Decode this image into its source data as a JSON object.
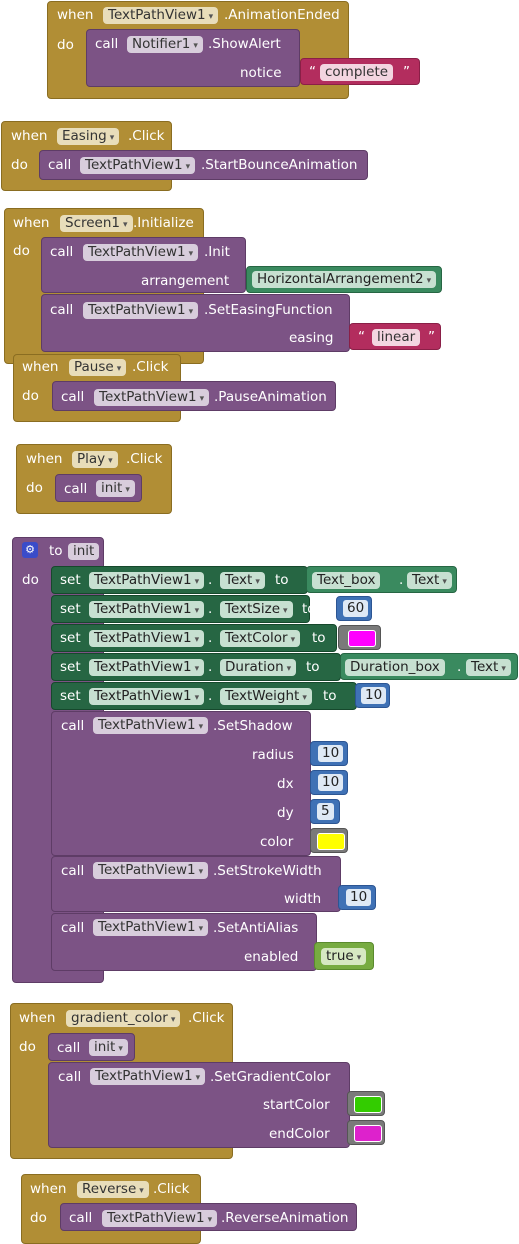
{
  "kw": {
    "when": "when",
    "do": "do",
    "call": "call",
    "set": "set",
    "to": "to",
    "dot": "."
  },
  "b1": {
    "comp": "TextPathView1",
    "event": ".AnimationEnded",
    "call_comp": "Notifier1",
    "method": ".ShowAlert",
    "arg": "notice",
    "text": "complete"
  },
  "b2": {
    "comp": "Easing",
    "event": ".Click",
    "call_comp": "TextPathView1",
    "method": ".StartBounceAnimation"
  },
  "b3": {
    "comp": "Screen1",
    "event": ".Initialize",
    "c1_comp": "TextPathView1",
    "c1_method": ".Init",
    "c1_arg": "arrangement",
    "c1_val": "HorizontalArrangement2",
    "c2_comp": "TextPathView1",
    "c2_method": ".SetEasingFunction",
    "c2_arg": "easing",
    "c2_val": "linear"
  },
  "b4": {
    "comp": "Pause",
    "event": ".Click",
    "call_comp": "TextPathView1",
    "method": ".PauseAnimation"
  },
  "b5": {
    "comp": "Play",
    "event": ".Click",
    "proc": "init"
  },
  "b6": {
    "proc": "init",
    "sets": [
      {
        "comp": "TextPathView1",
        "prop": "Text",
        "val_comp": "Text_box",
        "val_prop": "Text"
      },
      {
        "comp": "TextPathView1",
        "prop": "TextSize",
        "num": "60"
      },
      {
        "comp": "TextPathView1",
        "prop": "TextColor",
        "color": "#ff00ff"
      },
      {
        "comp": "TextPathView1",
        "prop": "Duration",
        "val_comp": "Duration_box",
        "val_prop": "Text"
      },
      {
        "comp": "TextPathView1",
        "prop": "TextWeight",
        "num": "10"
      }
    ],
    "shadow": {
      "comp": "TextPathView1",
      "method": ".SetShadow",
      "radius_lbl": "radius",
      "radius": "10",
      "dx_lbl": "dx",
      "dx": "10",
      "dy_lbl": "dy",
      "dy": "5",
      "color_lbl": "color",
      "color": "#ffff00"
    },
    "stroke": {
      "comp": "TextPathView1",
      "method": ".SetStrokeWidth",
      "arg": "width",
      "val": "10"
    },
    "anti": {
      "comp": "TextPathView1",
      "method": ".SetAntiAlias",
      "arg": "enabled",
      "val": "true"
    }
  },
  "b7": {
    "comp": "gradient_color",
    "event": ".Click",
    "proc": "init",
    "call_comp": "TextPathView1",
    "method": ".SetGradientColor",
    "arg1": "startColor",
    "color1": "#33cc00",
    "arg2": "endColor",
    "color2": "#dd22cc"
  },
  "b8": {
    "comp": "Reverse",
    "event": ".Click",
    "call_comp": "TextPathView1",
    "method": ".ReverseAnimation"
  },
  "icons": {
    "gear": "gear-icon",
    "dropdown": "chevron-down-icon"
  }
}
